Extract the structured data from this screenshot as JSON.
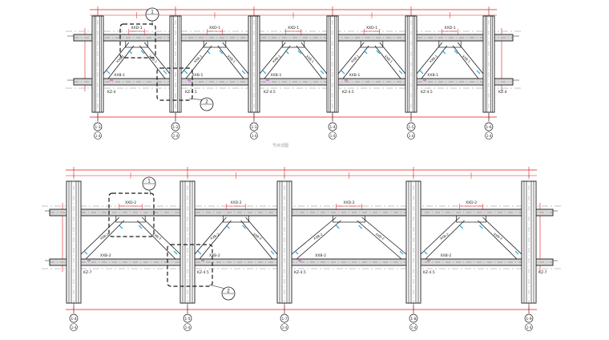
{
  "colors": {
    "dim": "#e01818",
    "cyan": "#00a8d8",
    "steel": "#1a1a1a",
    "grey": "#6a6a6a",
    "magenta": "#c03cc0"
  },
  "top": {
    "axis_labels": [
      "1-3",
      "1-2",
      "1-3",
      "1-4",
      "1-5",
      "1-6"
    ],
    "axis_sublabels": [
      "1-4",
      "1-4",
      "1-4",
      "1-4",
      "1-4",
      "1-4"
    ],
    "brace_label": "XXB-1",
    "beam_label": "XXB-1",
    "member_label": "XXD-1",
    "column_labels": [
      "KZ-4",
      "KZ-4.5",
      "KZ-4.5",
      "KZ-4.5",
      "KZ-4.5",
      "KZ-4"
    ],
    "detail_marks": [
      "1",
      "2"
    ],
    "caption": "节点详图"
  },
  "bottom": {
    "axis_labels": [
      "1-4",
      "1-5",
      "1-7",
      "1-8",
      "1-9"
    ],
    "axis_sublabels": [
      "1-4",
      "1-4",
      "1-4",
      "1-4",
      "1-4"
    ],
    "brace_label": "XXB-2",
    "beam_label": "XXB-2",
    "member_label": "XXD-2",
    "column_labels": [
      "KZ-7",
      "KZ-4.5",
      "KZ-4.5",
      "KZ-4.5",
      "KZ-7"
    ],
    "detail_marks": [
      "1",
      "2"
    ]
  }
}
